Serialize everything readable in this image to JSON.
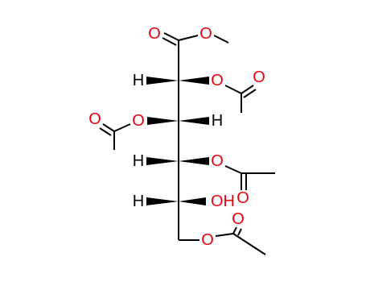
{
  "molecule": {
    "atoms": {
      "carbonyl_o_ester": "O",
      "ester_o": "O",
      "c2_h": "H",
      "c2_o": "O",
      "c2_acetyl_o": "O",
      "c3_o": "O",
      "c3_acetyl_o": "O",
      "c3_h": "H",
      "c4_h": "H",
      "c4_o": "O",
      "c4_acetyl_o": "O",
      "c5_h": "H",
      "c5_oh": "OH",
      "c6_o": "O",
      "c6_acetyl_o": "O"
    },
    "colors": {
      "oxygen": "#e8000f",
      "carbon": "#000000"
    }
  }
}
